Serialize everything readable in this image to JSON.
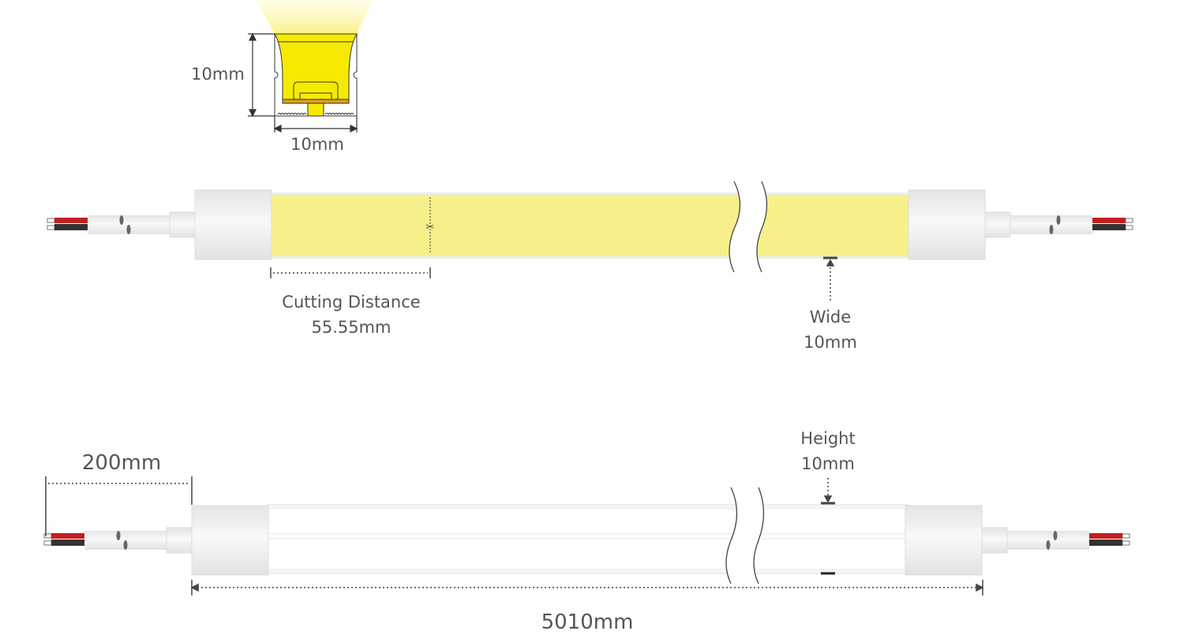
{
  "cross_section": {
    "height_label": "10mm",
    "width_label": "10mm"
  },
  "strip_lit": {
    "cutting_label": "Cutting Distance",
    "cutting_value": "55.55mm",
    "wide_label": "Wide",
    "wide_value": "10mm"
  },
  "strip_unlit": {
    "lead_length": "200mm",
    "height_label": "Height",
    "height_value": "10mm",
    "total_length": "5010mm"
  },
  "colors": {
    "light": "#f7f08a",
    "yellow": "#f7ea00",
    "wire_red": "#c0201f",
    "wire_black": "#333333",
    "dim": "#555555"
  },
  "icons": [
    "scissors-icon"
  ]
}
